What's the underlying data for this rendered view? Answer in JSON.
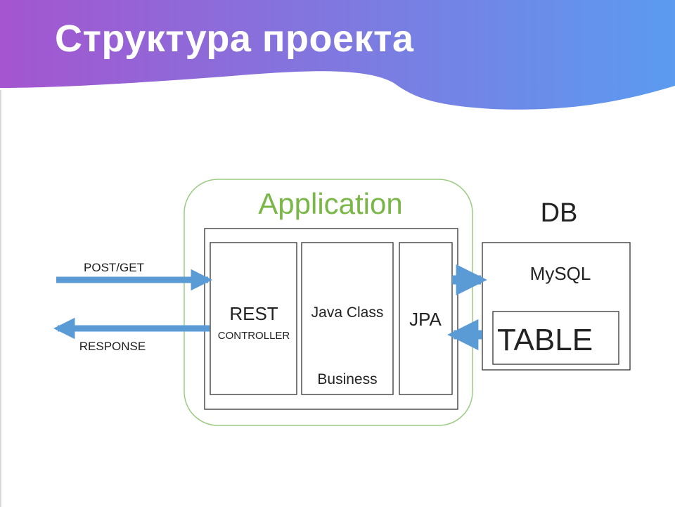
{
  "slide": {
    "title": "Структура проекта"
  },
  "header": {
    "gradient_start": "#a455cf",
    "gradient_end": "#5b9bf0"
  },
  "diagram": {
    "application_label": "Application",
    "application_color": "#7ab648",
    "db_label": "DB",
    "arrow_color": "#5b9bd5",
    "components": {
      "rest_title": "REST",
      "rest_subtitle": "CONTROLLER",
      "java_title": "Java Class",
      "java_subtitle": "Business",
      "jpa_title": "JPA"
    },
    "db": {
      "mysql_label": "MySQL",
      "table_label": "TABLE"
    },
    "flows": {
      "request_label": "POST/GET",
      "response_label": "RESPONSE"
    }
  }
}
